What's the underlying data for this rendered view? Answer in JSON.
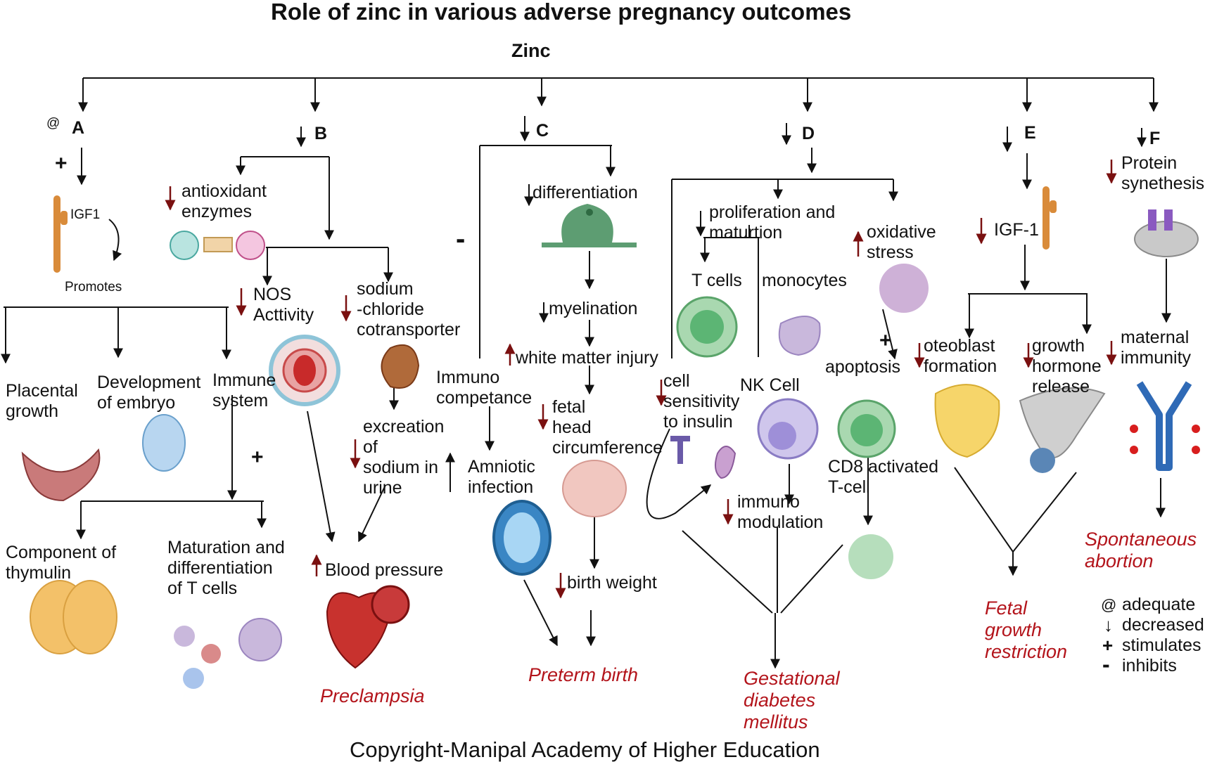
{
  "title": "Role of zinc in various adverse pregnancy outcomes",
  "root": "Zinc",
  "sections": {
    "A": {
      "letter": "A",
      "marker": "@",
      "plus": "+",
      "igf1": "IGF1",
      "promotes": "Promotes",
      "placental": "Placental\ngrowth",
      "embryo": "Development\nof embryo",
      "immune": "Immune\nsystem",
      "plus2": "+",
      "thymulin": "Component of\nthymulin",
      "tcells": "Maturation and\ndifferentiation\nof T cells"
    },
    "B": {
      "letter": "B",
      "antioxidant": "antioxidant\nenzymes",
      "nos": "NOS\nActtivity",
      "sodium": "sodium\n-chloride\ncotransporter",
      "excretion": "excreation\nof\nsodium in\nurine",
      "bp": "Blood pressure",
      "outcome": "Preclampsia"
    },
    "C": {
      "letter": "C",
      "minus": "-",
      "differentiation": "differentiation",
      "myelination": "myelination",
      "wmi": "white matter injury",
      "immuno": "Immuno\ncompetance",
      "fetal_head": "fetal\nhead\ncircumference",
      "amniotic": "Amniotic\ninfection",
      "birth_weight": "birth weight",
      "outcome": "Preterm birth"
    },
    "D": {
      "letter": "D",
      "prolif": "proliferation and\nmaturtion",
      "oxidative": "oxidative\nstress",
      "tcells": "T cells",
      "monocytes": "monocytes",
      "plus": "+",
      "apoptosis": "apoptosis",
      "insulin": "cell\nsensitivity\nto insulin",
      "nk": "NK Cell",
      "cd8": "CD8 activated\nT-cell",
      "immunomod": "immuno\nmodulation",
      "outcome": "Gestational\ndiabetes\nmellitus"
    },
    "E": {
      "letter": "E",
      "igf": "IGF-1",
      "osteoblast": "oteoblast\nformation",
      "ghr": "growth\nhormone\nrelease",
      "outcome": "Fetal\ngrowth\nrestriction"
    },
    "F": {
      "letter": "F",
      "protein": "Protein\nsynethesis",
      "maternal": "maternal\nimmunity",
      "outcome": "Spontaneous\nabortion"
    }
  },
  "legend": {
    "items": [
      {
        "symbol": "@",
        "label": "adequate"
      },
      {
        "symbol": "↓",
        "label": "decreased"
      },
      {
        "symbol": "+",
        "label": "stimulates"
      },
      {
        "symbol": "-",
        "label": "inhibits"
      }
    ]
  },
  "copyright": "Copyright-Manipal Academy of Higher Education",
  "colors": {
    "outcome_red": "#b3141b",
    "down_arrow": "#7a1010",
    "up_arrow": "#7a1010",
    "line": "#111111"
  }
}
